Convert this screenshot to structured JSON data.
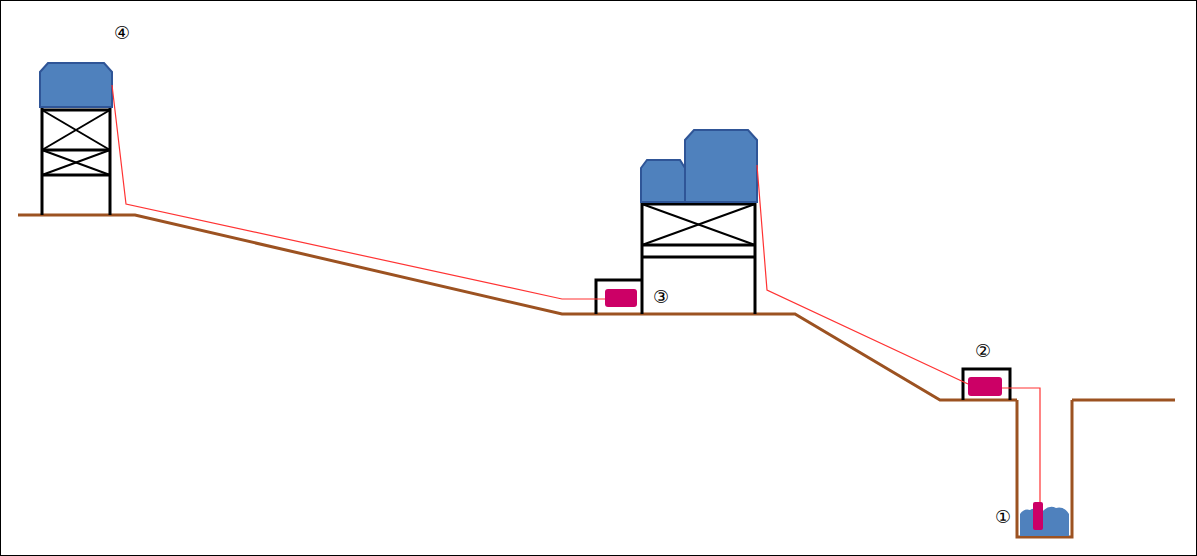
{
  "diagram": {
    "labels": [
      "④",
      "③",
      "②",
      "①"
    ]
  }
}
